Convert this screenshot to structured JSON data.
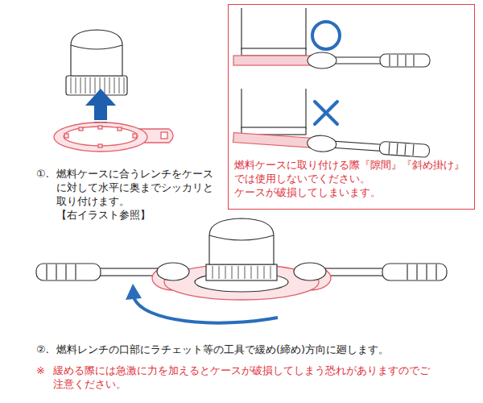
{
  "diagram": {
    "nodes": [
      {
        "text": [
          "燃料ケースに取り付ける際『隙間』『斜め掛け』では使用しないでください。",
          "ケースが破損してしまいます。"
        ]
      }
    ],
    "labels": [
      "①.",
      "燃料ケースに合うレンチをケースに対して水平に奥までシッカリと取り付けます。",
      "【右イラスト参照】",
      "②.",
      "燃料レンチの口部にラチェット等の工具で緩め(締め)方向に廻します。",
      "※",
      "緩める際には急激に力を加えるとケースが破損してしまう恐れがありますのでご注意ください。"
    ]
  }
}
